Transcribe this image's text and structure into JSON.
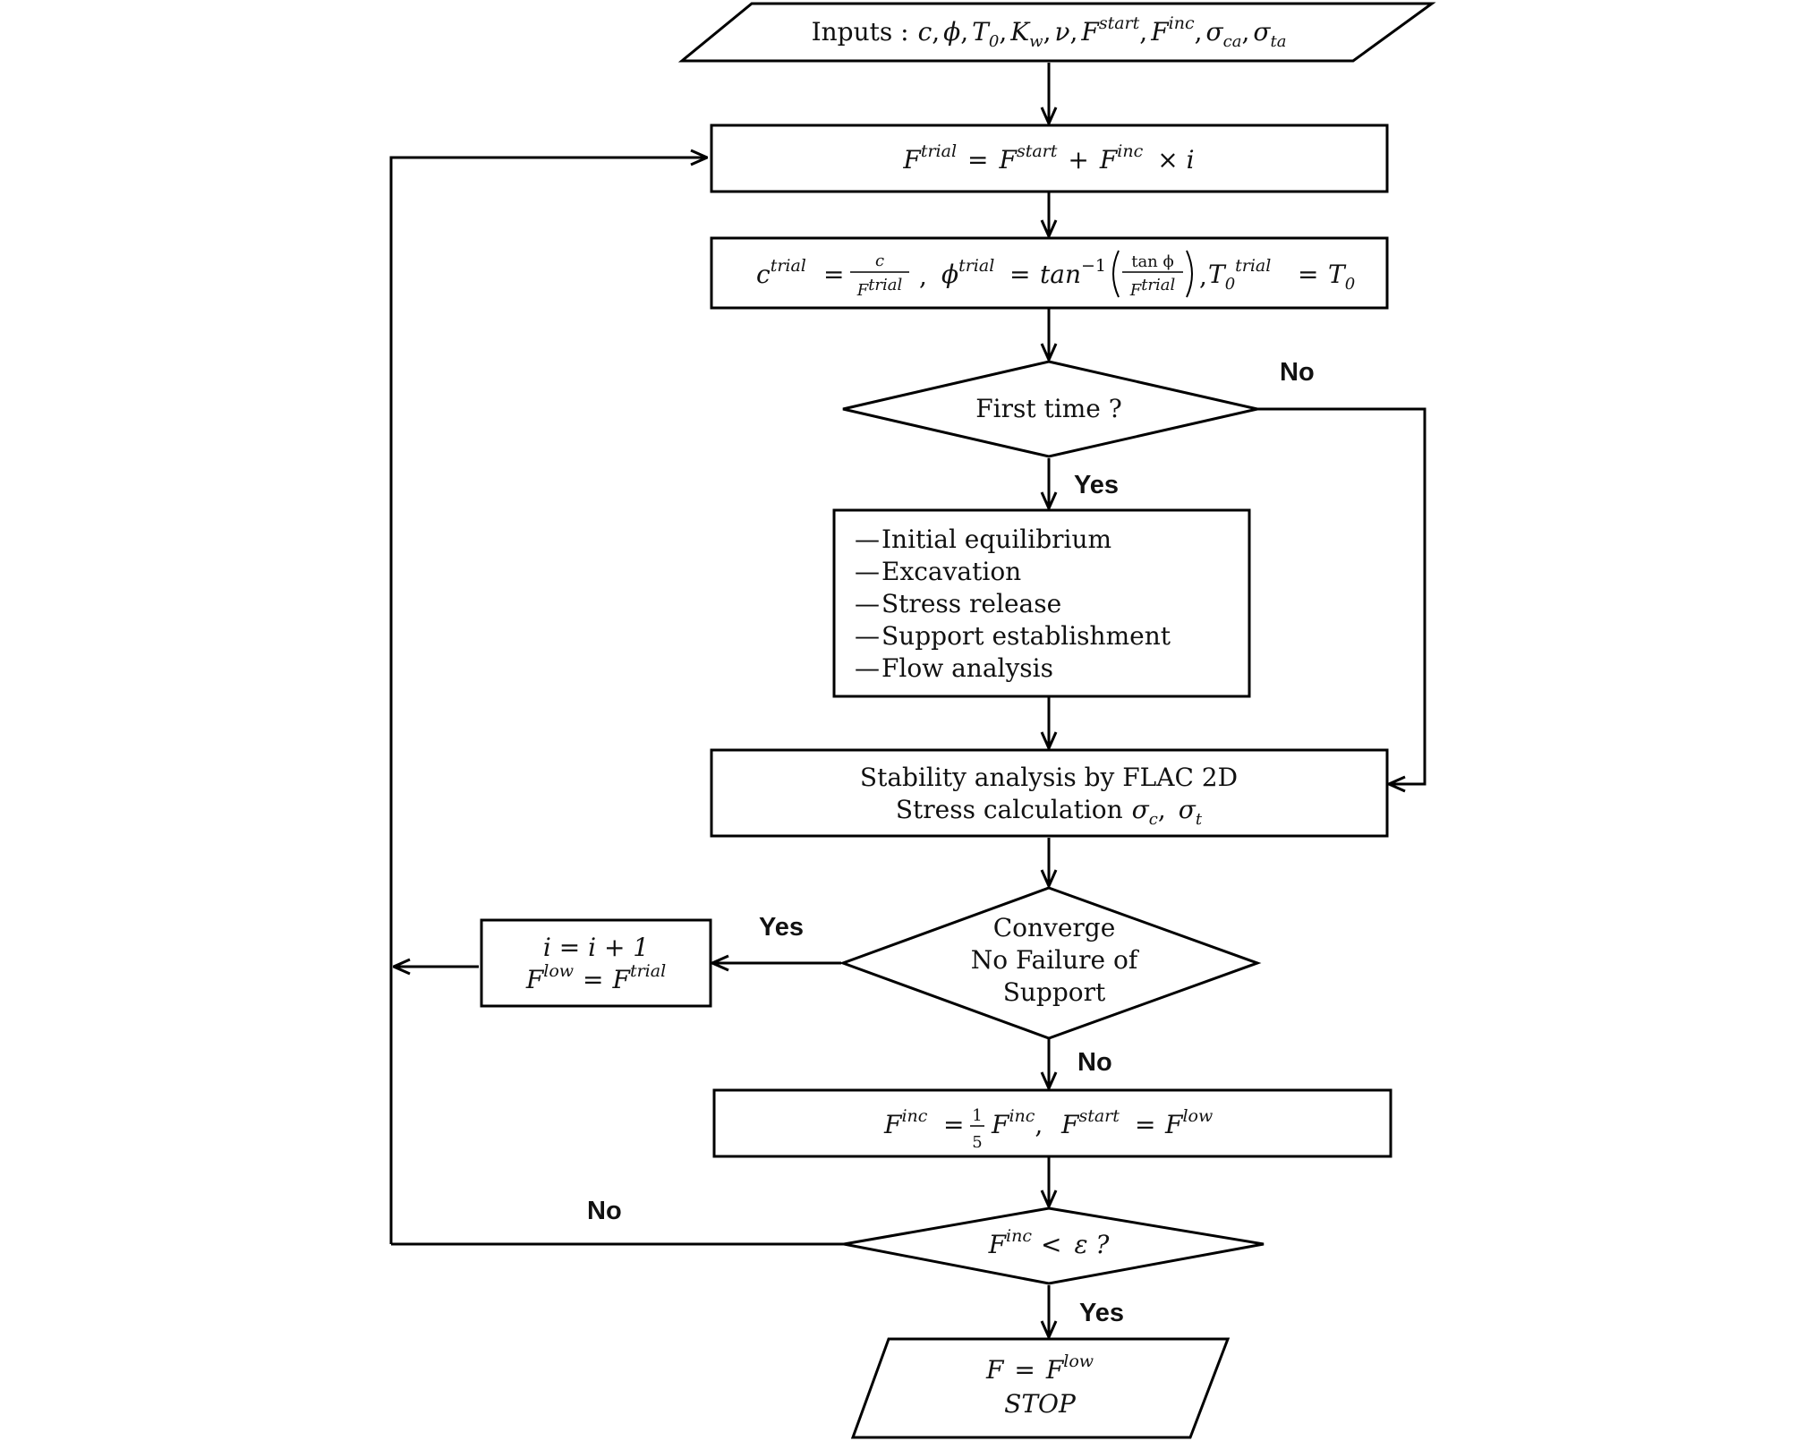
{
  "nodes": {
    "inputs": {
      "label": "Inputs :",
      "vars": [
        "c",
        "ϕ",
        "T",
        "0",
        "K",
        "w",
        "ν",
        "F",
        "start",
        "F",
        "inc",
        "σ",
        "ca",
        "σ",
        "ta"
      ]
    },
    "trial_factor": {
      "lhs": "F",
      "lhs_sup": "trial",
      "eq": "=",
      "a": "F",
      "a_sup": "start",
      "plus": "+",
      "b": "F",
      "b_sup": "inc",
      "times": "× i"
    },
    "reduced_params": {
      "c_lhs": "c",
      "c_sup": "trial",
      "c_num": "c",
      "c_den": "F",
      "c_den_sup": "trial",
      "phi_lhs": "ϕ",
      "phi_sup": "trial",
      "atan": "tan",
      "atan_sup": "−1",
      "phi_num": "tan ϕ",
      "phi_den": "F",
      "phi_den_sup": "trial",
      "t_lhs": "T",
      "t_sub": "0",
      "t_sup": "trial",
      "t_rhs": "T",
      "t_rhs_sub": "0"
    },
    "first_time": {
      "label": "First time ?"
    },
    "initial_steps": {
      "items": [
        "Initial equilibrium",
        "Excavation",
        "Stress release",
        "Support establishment",
        "Flow analysis"
      ],
      "bullet": "—"
    },
    "stability": {
      "line1": "Stability analysis by FLAC 2D",
      "line2": "Stress calculation",
      "s1": "σ",
      "s1_sub": "c",
      "s2": "σ",
      "s2_sub": "t"
    },
    "converge": {
      "line1": "Converge",
      "line2": "No Failure of",
      "line3": "Support"
    },
    "increment": {
      "l1": "i  = i + 1",
      "l2_lhs": "F",
      "l2_lhs_sup": "low",
      "l2_eq": "=",
      "l2_rhs": "F",
      "l2_rhs_sup": "trial"
    },
    "refine": {
      "lhs": "F",
      "lhs_sup": "inc",
      "num": "1",
      "den": "5",
      "rhs": "F",
      "rhs_sup": "inc",
      "lhs2": "F",
      "lhs2_sup": "start",
      "rhs2": "F",
      "rhs2_sup": "low"
    },
    "check": {
      "lhs": "F",
      "lhs_sup": "inc",
      "op": "<",
      "eps": "ε ?"
    },
    "stop": {
      "l1_lhs": "F",
      "l1_eq": "=",
      "l1_rhs": "F",
      "l1_rhs_sup": "low",
      "l2": "STOP"
    }
  },
  "edge_labels": {
    "first_time_no": "No",
    "first_time_yes": "Yes",
    "converge_yes": "Yes",
    "converge_no": "No",
    "check_no": "No",
    "check_yes": "Yes"
  }
}
